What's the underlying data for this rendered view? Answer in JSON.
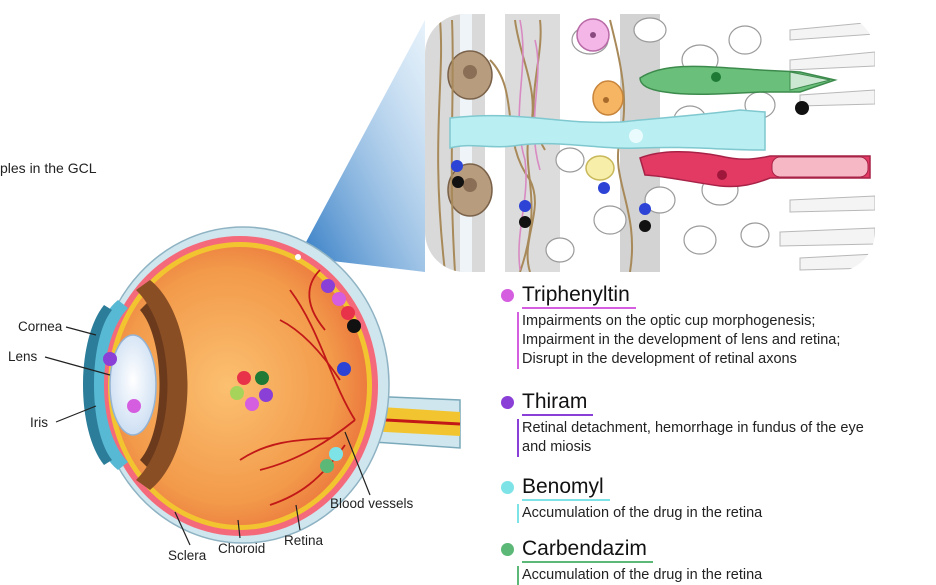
{
  "partial_text": [
    {
      "text": "ples in the GCL"
    }
  ],
  "eye_labels": {
    "cornea": "Cornea",
    "lens": "Lens",
    "iris": "Iris",
    "sclera": "Sclera",
    "choroid": "Choroid",
    "retina": "Retina",
    "blood_vessels": "Blood vessels"
  },
  "legend": [
    {
      "name": "Triphenyltin",
      "color": "#d45de0",
      "lines": [
        "Impairments on the optic cup morphogenesis;",
        "Impairment in the development of lens and retina;",
        "Disrupt in the development of retinal axons"
      ]
    },
    {
      "name": "Thiram",
      "color": "#8a3fd6",
      "lines": [
        "Retinal detachment, hemorrhage in fundus of the eye",
        "and miosis"
      ]
    },
    {
      "name": "Benomyl",
      "color": "#7de3e6",
      "lines": [
        "Accumulation of the drug in the retina"
      ]
    },
    {
      "name": "Carbendazim",
      "color": "#5cb877",
      "lines": [
        "Accumulation of the drug in the retina"
      ]
    }
  ],
  "colors": {
    "lens": "#dce9f7",
    "iris": "#6b3a1c",
    "eyeball_outer": "#f29a4a",
    "retina_red": "#e8324a",
    "sclera": "#cfe6ef",
    "optic_nerve": "#f2c530",
    "blood_vessel": "#c21818",
    "panel_gray": "#d6d6d6",
    "ganglion": "#b79c7e",
    "muller_glia": "#b9eef2",
    "cone": "#6ac07a",
    "rod": "#e23a63",
    "dot_blue": "#2c43d6",
    "dot_black": "#111111"
  }
}
